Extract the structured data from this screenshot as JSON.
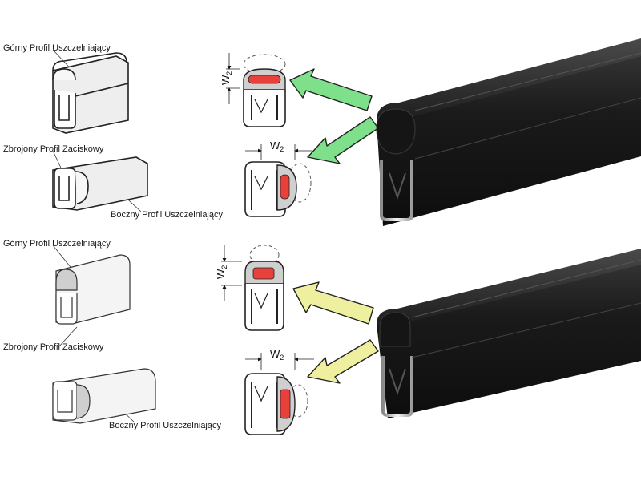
{
  "sections": [
    {
      "id": "top",
      "arrow_color": "#7ee08a",
      "labels": {
        "top_profile": "Górny Profil Uszczelniający",
        "clamp_profile": "Zbrojony Profil Zaciskowy",
        "side_profile": "Boczny Profil Uszczelniający"
      },
      "dim_top": "W",
      "dim_top_sub": "2",
      "dim_side": "W",
      "dim_side_sub": "2"
    },
    {
      "id": "bottom",
      "arrow_color": "#eef0a0",
      "labels": {
        "top_profile": "Górny Profil Uszczelniający",
        "clamp_profile": "Zbrojony Profil Zaciskowy",
        "side_profile": "Boczny Profil Uszczelniający"
      },
      "dim_top": "W",
      "dim_top_sub": "2",
      "dim_side": "W",
      "dim_side_sub": "2"
    }
  ],
  "colors": {
    "seal_highlight": "#e8413c",
    "rubber": "#1c1c1c",
    "steel": "#d9d9d9"
  }
}
